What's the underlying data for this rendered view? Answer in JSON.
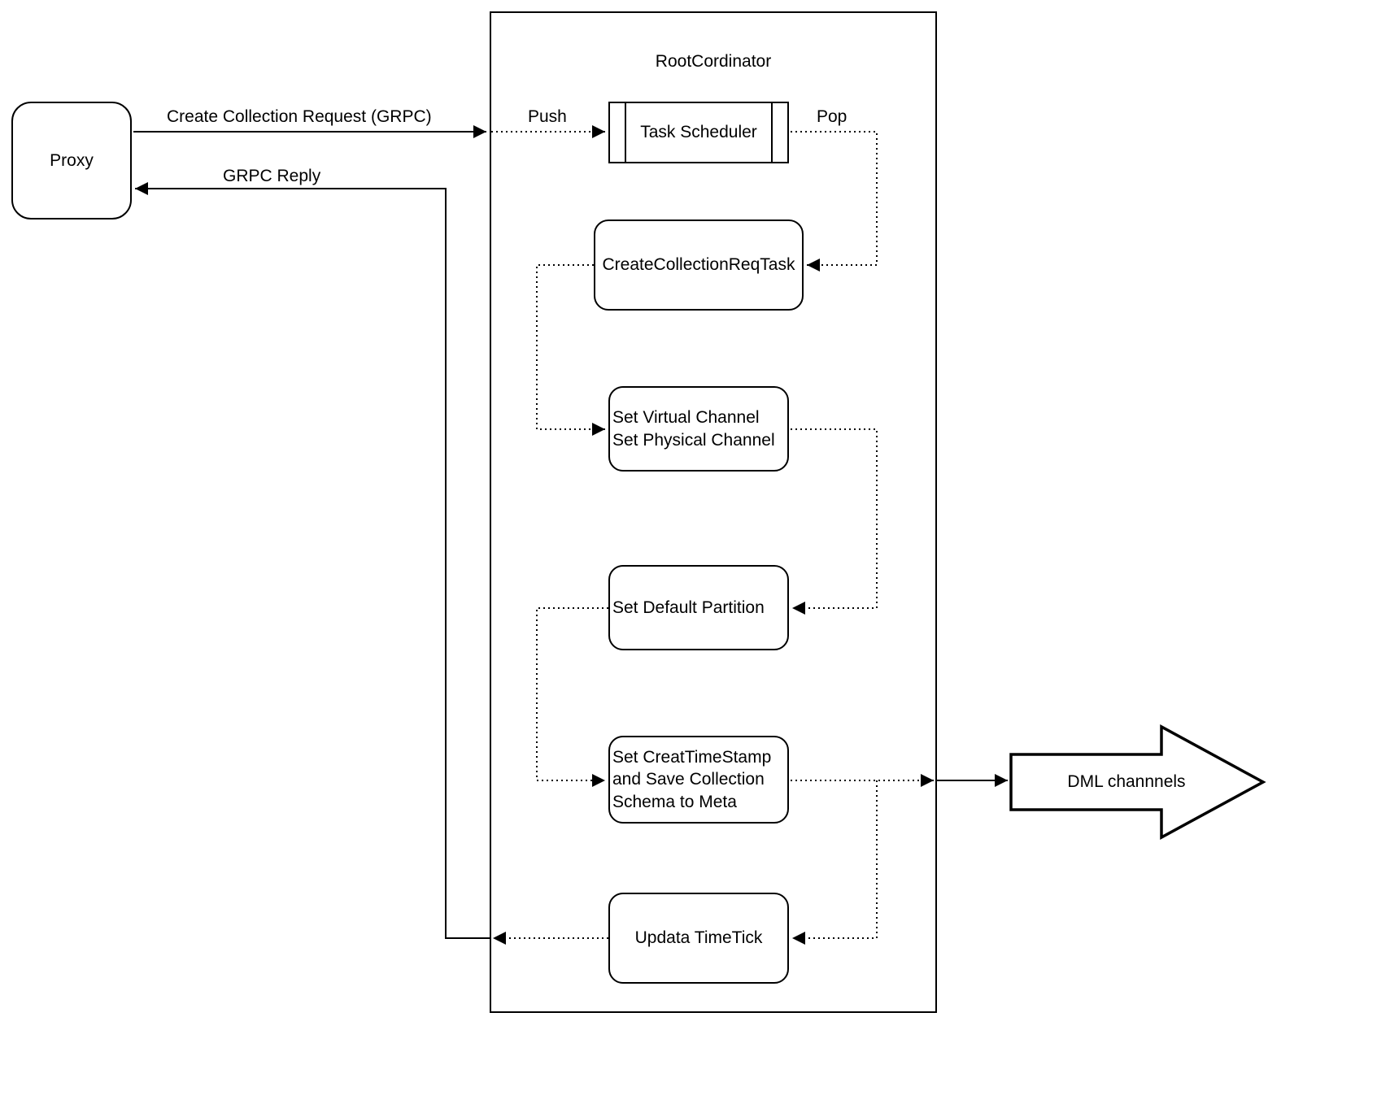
{
  "nodes": {
    "proxy": "Proxy",
    "root_coordinator": "RootCordinator",
    "task_scheduler": "Task Scheduler",
    "create_collection_req_task": "CreateCollectionReqTask",
    "set_channels": "Set Virtual Channel\nSet Physical Channel",
    "set_default_partition": "Set Default Partition",
    "set_create_timestamp": "Set CreatTimeStamp\nand Save Collection\nSchema to Meta",
    "update_timetick": "Updata TimeTick",
    "dml_channels": "DML channnels"
  },
  "edge_labels": {
    "create_collection_request": "Create Collection Request (GRPC)",
    "grpc_reply": "GRPC Reply",
    "push": "Push",
    "pop": "Pop"
  },
  "colors": {
    "stroke": "#000000",
    "background": "#ffffff"
  }
}
